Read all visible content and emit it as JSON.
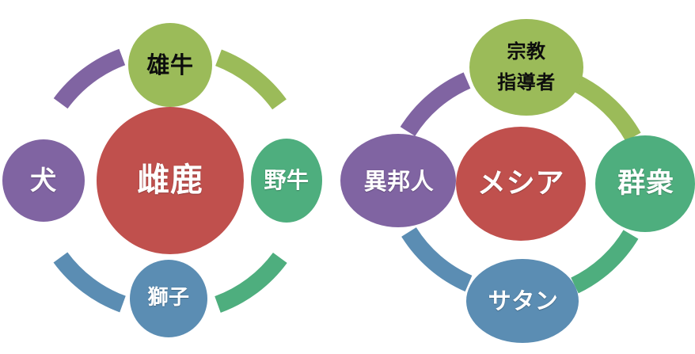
{
  "palette": {
    "red": "#C0504D",
    "green_yellow": "#9BBB59",
    "green": "#4EAE7E",
    "blue": "#5B8DB3",
    "purple": "#8064A2",
    "background": "#FFFFFF",
    "text_light": "#FFFFFF",
    "text_dark": "#0D0D0D"
  },
  "diagrams": [
    {
      "id": "animals-cycle",
      "name": "animal-cycle-diagram",
      "center": {
        "id": "center-doe",
        "label": "雌鹿",
        "color": "#C0504D",
        "text_color": "#FFFFFF"
      },
      "nodes": [
        {
          "id": "node-top",
          "position": "top",
          "label": "雄牛",
          "color": "#9BBB59",
          "text_color": "#0D0D0D"
        },
        {
          "id": "node-right",
          "position": "right",
          "label": "野牛",
          "color": "#4EAE7E",
          "text_color": "#FFFFFF"
        },
        {
          "id": "node-bottom",
          "position": "bottom",
          "label": "獅子",
          "color": "#5B8DB3",
          "text_color": "#FFFFFF"
        },
        {
          "id": "node-left",
          "position": "left",
          "label": "犬",
          "color": "#8064A2",
          "text_color": "#FFFFFF"
        }
      ],
      "arcs": [
        {
          "id": "arc-top-right",
          "from": "node-top",
          "to": "node-right",
          "color": "#9BBB59"
        },
        {
          "id": "arc-right-bottom",
          "from": "node-right",
          "to": "node-bottom",
          "color": "#4EAE7E"
        },
        {
          "id": "arc-bottom-left",
          "from": "node-bottom",
          "to": "node-left",
          "color": "#5B8DB3"
        },
        {
          "id": "arc-left-top",
          "from": "node-left",
          "to": "node-top",
          "color": "#8064A2"
        }
      ]
    },
    {
      "id": "messiah-cycle",
      "name": "messiah-cycle-diagram",
      "center": {
        "id": "center-messiah",
        "label": "メシア",
        "color": "#C0504D",
        "text_color": "#FFFFFF"
      },
      "nodes": [
        {
          "id": "node-top",
          "position": "top",
          "label": "宗教",
          "label2": "指導者",
          "color": "#9BBB59",
          "text_color": "#0D0D0D"
        },
        {
          "id": "node-right",
          "position": "right",
          "label": "群衆",
          "color": "#4EAE7E",
          "text_color": "#FFFFFF"
        },
        {
          "id": "node-bottom",
          "position": "bottom",
          "label": "サタン",
          "color": "#5B8DB3",
          "text_color": "#FFFFFF"
        },
        {
          "id": "node-left",
          "position": "left",
          "label": "異邦人",
          "color": "#8064A2",
          "text_color": "#FFFFFF"
        }
      ],
      "arcs": [
        {
          "id": "arc-top-right",
          "from": "node-top",
          "to": "node-right",
          "color": "#9BBB59"
        },
        {
          "id": "arc-right-bottom",
          "from": "node-right",
          "to": "node-bottom",
          "color": "#4EAE7E"
        },
        {
          "id": "arc-bottom-left",
          "from": "node-bottom",
          "to": "node-left",
          "color": "#5B8DB3"
        },
        {
          "id": "arc-left-top",
          "from": "node-left",
          "to": "node-top",
          "color": "#8064A2"
        }
      ]
    }
  ]
}
